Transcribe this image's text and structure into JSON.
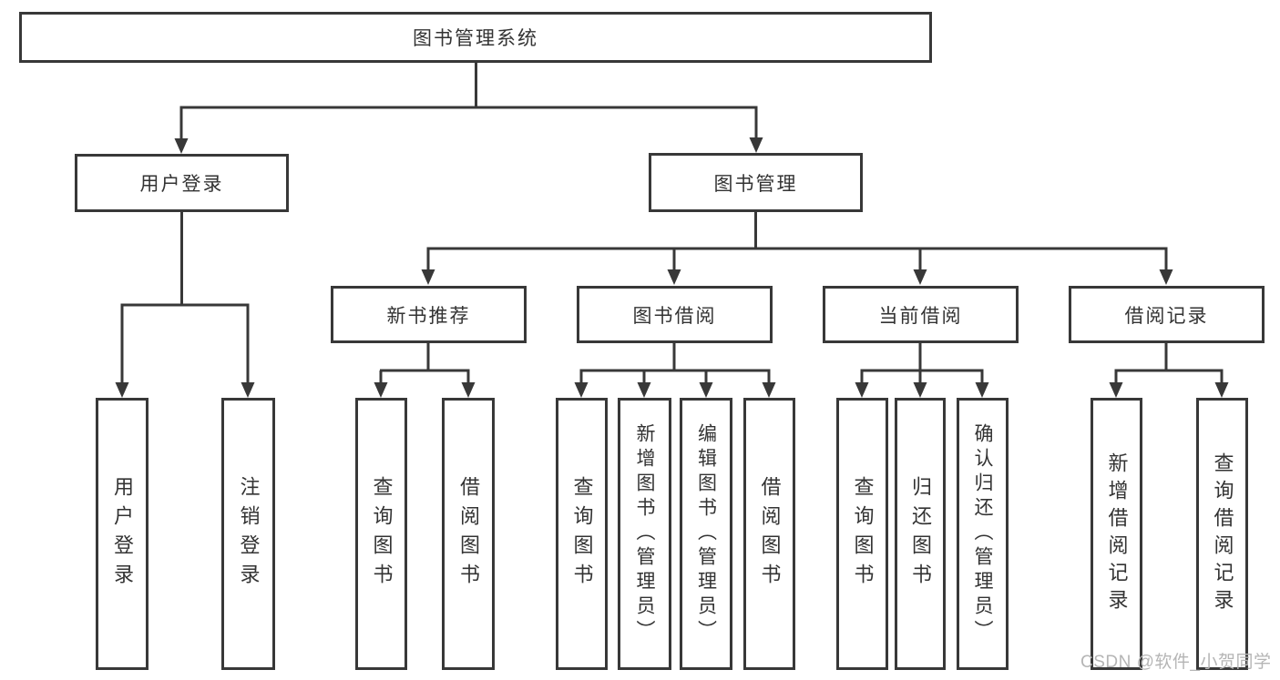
{
  "colors": {
    "line": "#383838",
    "text": "#333333",
    "watermark": "#b5b5b5",
    "background": "#ffffff"
  },
  "watermark": {
    "text": "CSDN @软件_小贺同学"
  },
  "tree": {
    "root": "图书管理系统",
    "children": [
      {
        "label": "用户登录",
        "children": [
          {
            "label": "用户登录"
          },
          {
            "label": "注销登录"
          }
        ]
      },
      {
        "label": "图书管理",
        "children": [
          {
            "label": "新书推荐",
            "children": [
              {
                "label": "查询图书"
              },
              {
                "label": "借阅图书"
              }
            ]
          },
          {
            "label": "图书借阅",
            "children": [
              {
                "label": "查询图书"
              },
              {
                "label": "新增图书（管理员）"
              },
              {
                "label": "编辑图书（管理员）"
              },
              {
                "label": "借阅图书"
              }
            ]
          },
          {
            "label": "当前借阅",
            "children": [
              {
                "label": "查询图书"
              },
              {
                "label": "归还图书"
              },
              {
                "label": "确认归还（管理员）"
              }
            ]
          },
          {
            "label": "借阅记录",
            "children": [
              {
                "label": "新增借阅记录"
              },
              {
                "label": "查询借阅记录"
              }
            ]
          }
        ]
      }
    ]
  }
}
